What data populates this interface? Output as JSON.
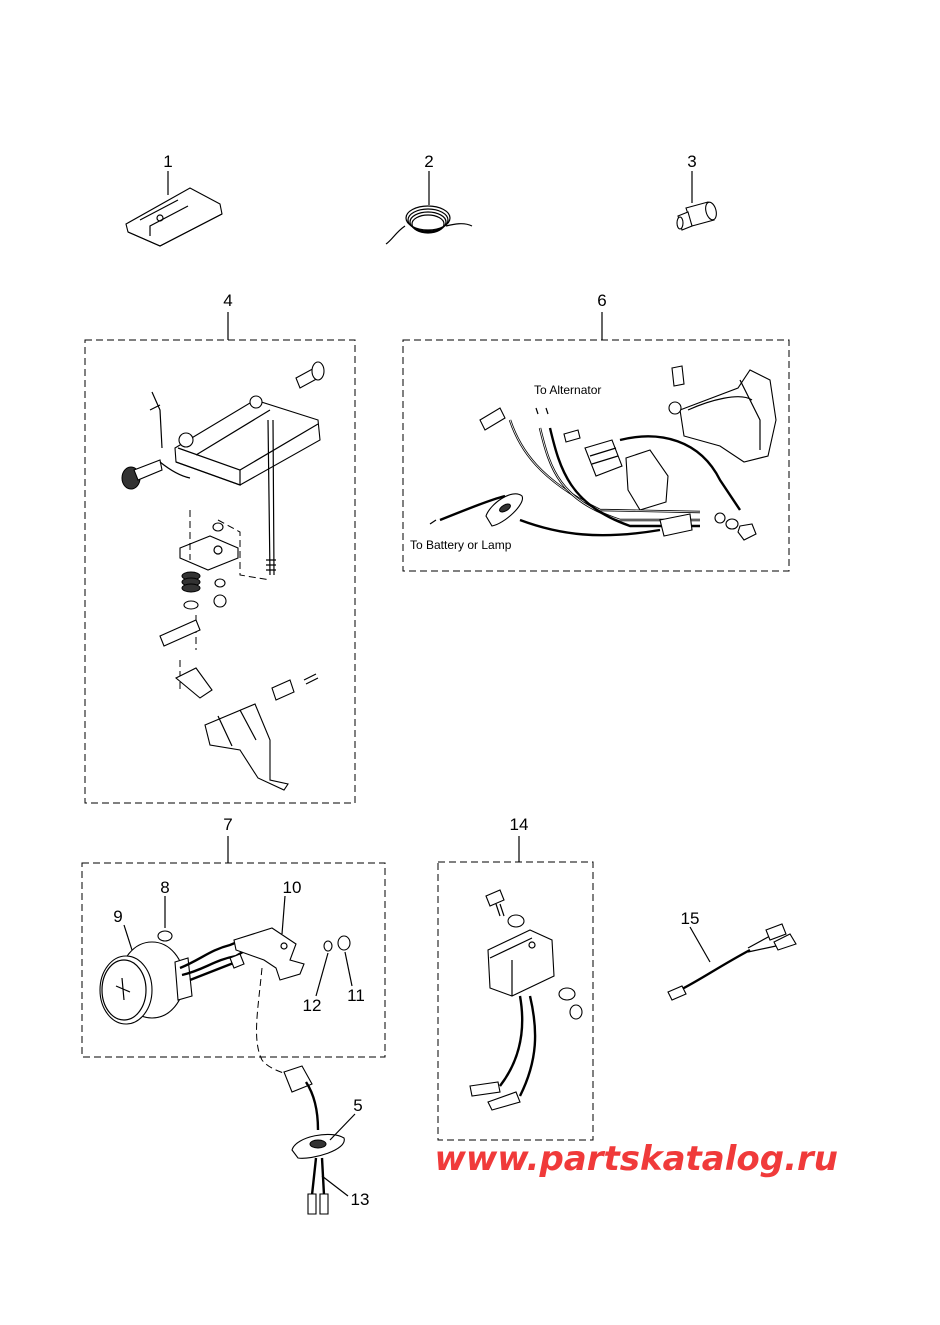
{
  "callouts": {
    "c1": "1",
    "c2": "2",
    "c3": "3",
    "c4": "4",
    "c5": "5",
    "c6": "6",
    "c7": "7",
    "c8": "8",
    "c9": "9",
    "c10": "10",
    "c11": "11",
    "c12": "12",
    "c13": "13",
    "c14": "14",
    "c15": "15"
  },
  "notes": {
    "to_alternator": "To Alternator",
    "to_battery": "To Battery or Lamp"
  },
  "watermark": {
    "text": "www.partskatalog.ru",
    "color": "#f03a3a"
  }
}
